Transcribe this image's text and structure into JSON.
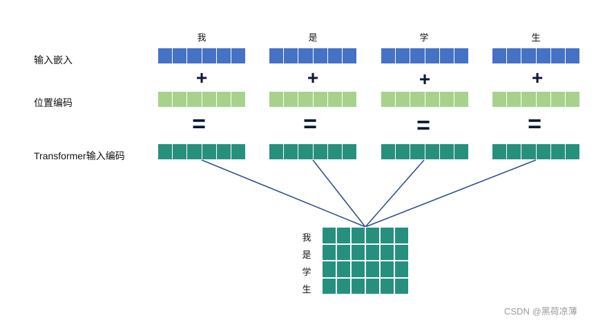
{
  "tokens": [
    "我",
    "是",
    "学",
    "生"
  ],
  "row_labels": {
    "input_embedding": "输入嵌入",
    "position_encoding": "位置编码",
    "transformer_input": "Transformer输入编码"
  },
  "operators": {
    "plus": "+",
    "equals": "="
  },
  "matrix_row_labels": [
    "我",
    "是",
    "学",
    "生"
  ],
  "cells_per_vector": 6,
  "colors": {
    "embedding": "#4472c4",
    "position": "#a9d18e",
    "transformer": "#26907f",
    "lines": "#2f4f8a"
  },
  "watermark": "CSDN @黑荷凉薄"
}
